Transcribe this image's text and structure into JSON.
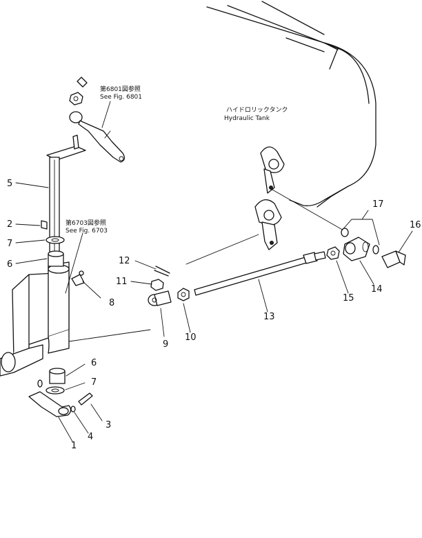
{
  "references": {
    "fig6801_jp": "第6801図参照",
    "fig6801_en": "See Fig. 6801",
    "fig6703_jp": "第6703図参照",
    "fig6703_en": "See Fig. 6703"
  },
  "tank": {
    "label_jp": "ハイドロリックタンク",
    "label_en": "Hydraulic Tank"
  },
  "callouts": {
    "c1": "1",
    "c2": "2",
    "c3": "3",
    "c4": "4",
    "c5": "5",
    "c6a": "6",
    "c6b": "6",
    "c7a": "7",
    "c7b": "7",
    "c8": "8",
    "c9": "9",
    "c10": "10",
    "c11": "11",
    "c12": "12",
    "c13": "13",
    "c14": "14",
    "c15": "15",
    "c16": "16",
    "c17": "17"
  }
}
